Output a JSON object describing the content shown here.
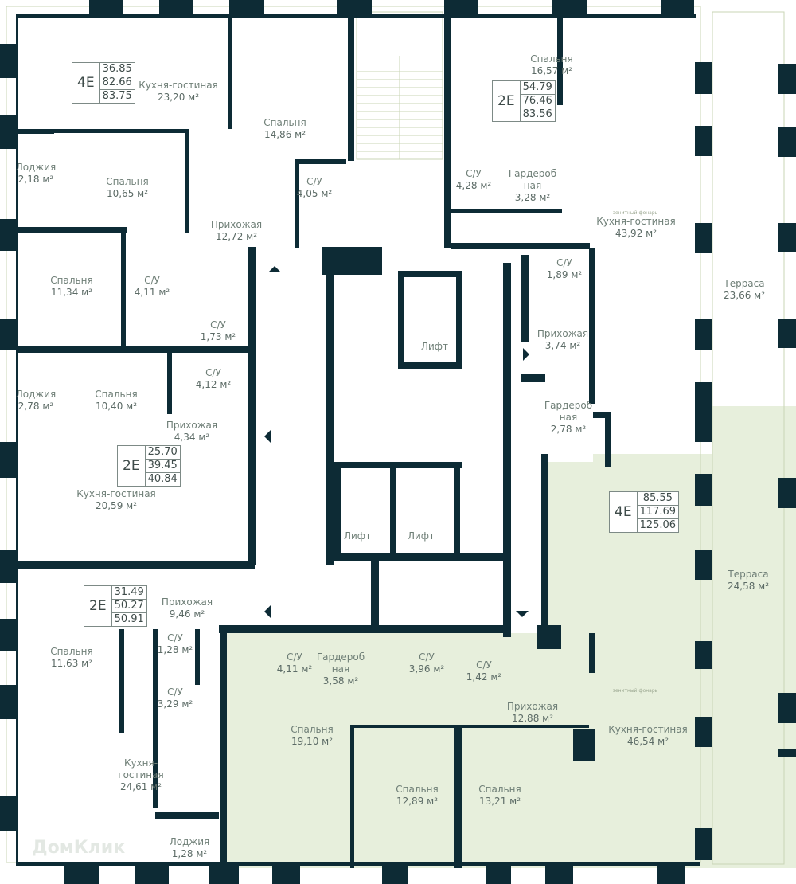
{
  "colors": {
    "wall": "#0d2b35",
    "highlight": "#e7efdc",
    "furniture": "#c9d4b6"
  },
  "watermark": "ДомКлик",
  "skylight": "зенитный фонарь",
  "elevator": "Лифт",
  "apartments": [
    {
      "type": "4E",
      "areas": [
        "36.85",
        "82.66",
        "83.75"
      ]
    },
    {
      "type": "2E",
      "areas": [
        "54.79",
        "76.46",
        "83.56"
      ]
    },
    {
      "type": "2E",
      "areas": [
        "25.70",
        "39.45",
        "40.84"
      ]
    },
    {
      "type": "4E",
      "areas": [
        "85.55",
        "117.69",
        "125.06"
      ]
    },
    {
      "type": "2E",
      "areas": [
        "31.49",
        "50.27",
        "50.91"
      ]
    }
  ],
  "rooms": [
    {
      "name": "Кухня-гостиная",
      "area": "23,20 м²"
    },
    {
      "name": "Спальня",
      "area": "14,86 м²"
    },
    {
      "name": "Лоджия",
      "area": "2,18 м²"
    },
    {
      "name": "Спальня",
      "area": "10,65 м²"
    },
    {
      "name": "С/У",
      "area": "4,05 м²"
    },
    {
      "name": "Прихожая",
      "area": "12,72 м²"
    },
    {
      "name": "Спальня",
      "area": "11,34 м²"
    },
    {
      "name": "С/У",
      "area": "4,11 м²"
    },
    {
      "name": "С/У",
      "area": "1,73 м²"
    },
    {
      "name": "Спальня",
      "area": "16,57 м²"
    },
    {
      "name": "С/У",
      "area": "4,28 м²"
    },
    {
      "name": "Гардероб ная",
      "area": "3,28 м²"
    },
    {
      "name": "Кухня-гостиная",
      "area": "43,92 м²"
    },
    {
      "name": "С/У",
      "area": "1,89 м²"
    },
    {
      "name": "Терраса",
      "area": "23,66 м²"
    },
    {
      "name": "Прихожая",
      "area": "3,74 м²"
    },
    {
      "name": "С/У",
      "area": "4,12 м²"
    },
    {
      "name": "Лоджия",
      "area": "2,78 м²"
    },
    {
      "name": "Спальня",
      "area": "10,40 м²"
    },
    {
      "name": "Гардероб ная",
      "area": "2,78 м²"
    },
    {
      "name": "Прихожая",
      "area": "4,34 м²"
    },
    {
      "name": "Кухня-гостиная",
      "area": "20,59 м²"
    },
    {
      "name": "Терраса",
      "area": "24,58 м²"
    },
    {
      "name": "Прихожая",
      "area": "9,46 м²"
    },
    {
      "name": "С/У",
      "area": "1,28 м²"
    },
    {
      "name": "Спальня",
      "area": "11,63 м²"
    },
    {
      "name": "С/У",
      "area": "4,11 м²"
    },
    {
      "name": "Гардероб ная",
      "area": "3,58 м²"
    },
    {
      "name": "С/У",
      "area": "3,96 м²"
    },
    {
      "name": "С/У",
      "area": "1,42 м²"
    },
    {
      "name": "С/У",
      "area": "3,29 м²"
    },
    {
      "name": "Прихожая",
      "area": "12,88 м²"
    },
    {
      "name": "Спальня",
      "area": "19,10 м²"
    },
    {
      "name": "Кухня-гостиная",
      "area": "46,54 м²"
    },
    {
      "name": "Кухня- гостиная",
      "area": "24,61 м²"
    },
    {
      "name": "Спальня",
      "area": "12,89 м²"
    },
    {
      "name": "Спальня",
      "area": "13,21 м²"
    },
    {
      "name": "Лоджия",
      "area": "1,28 м²"
    }
  ]
}
